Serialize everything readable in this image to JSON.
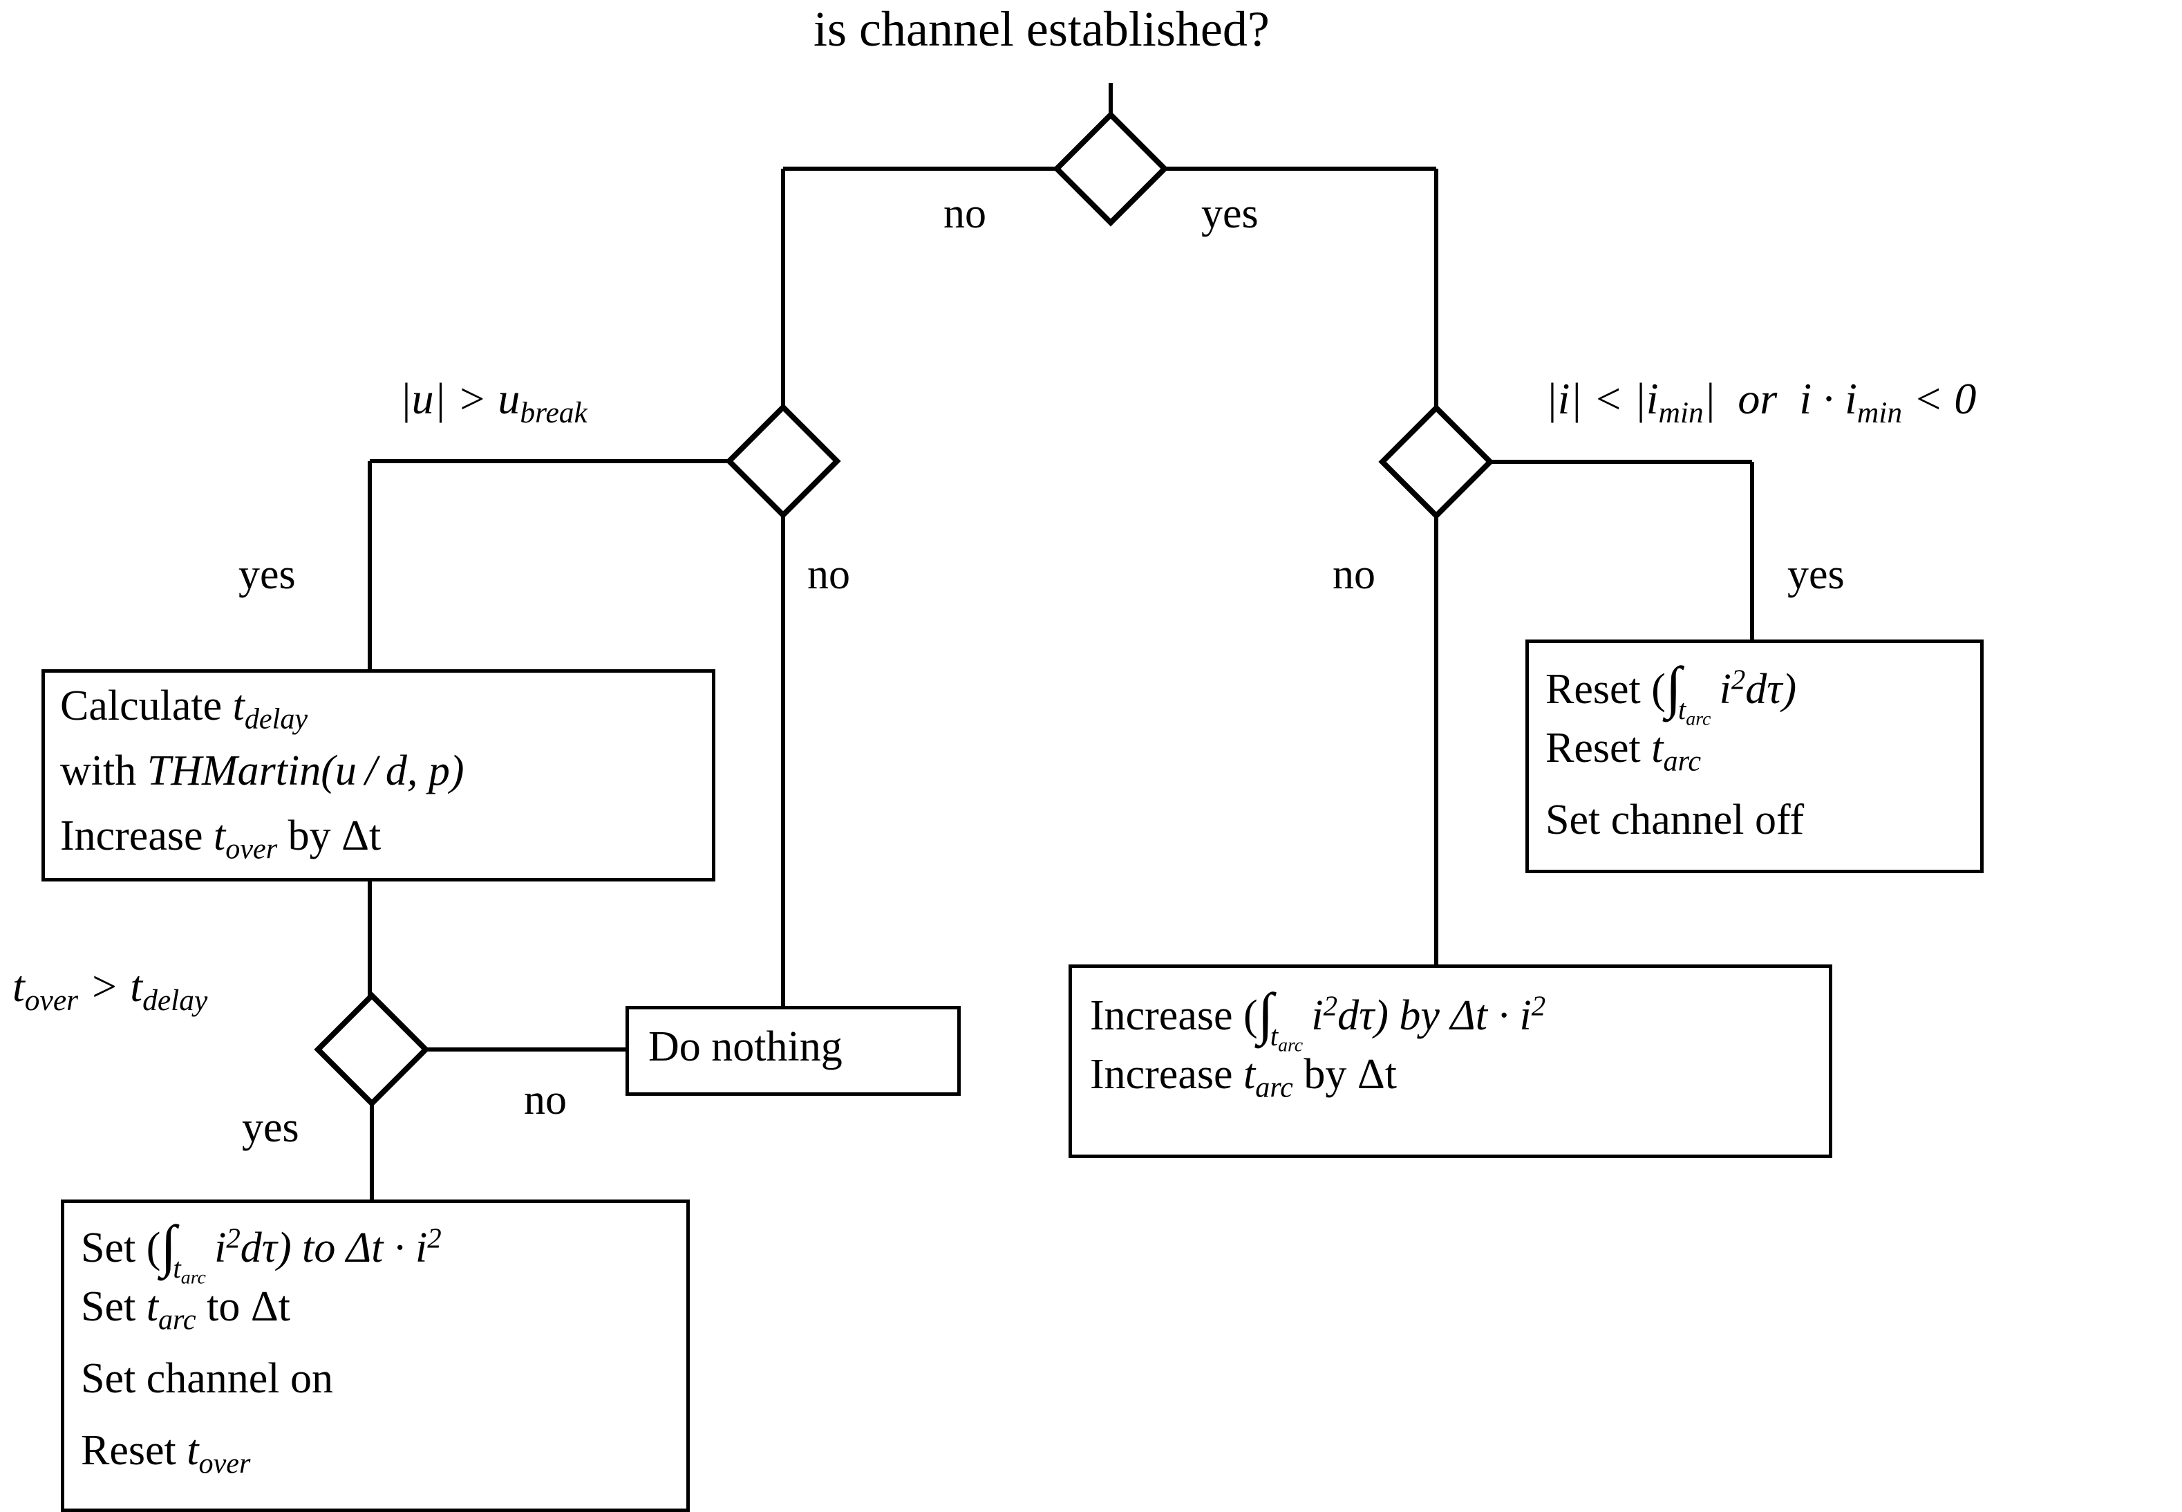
{
  "diagram": {
    "title": "is channel established?",
    "background": "#ffffff",
    "stroke": "#000000",
    "nodes": {
      "root_decision": {
        "name": "is channel established?",
        "shape": "diamond"
      },
      "left_decision": {
        "label": "|u| > u_break",
        "shape": "diamond"
      },
      "right_decision": {
        "label": "|i| < |i_min|  or  i · i_min < 0",
        "shape": "diamond"
      },
      "delay_decision": {
        "label": "t_over > t_delay",
        "shape": "diamond"
      }
    },
    "edge_labels": {
      "root_no": "no",
      "root_yes": "yes",
      "left_yes": "yes",
      "left_no": "no",
      "delay_yes": "yes",
      "delay_no": "no",
      "right_no": "no",
      "right_yes": "yes"
    },
    "conditions": {
      "left": {
        "lhs_abs": "u",
        "op": ">",
        "rhs": "u",
        "rhs_sub": "break"
      },
      "right": {
        "part1_abs": "i",
        "op1": "<",
        "part2_abs": "i",
        "part2_sub": "min",
        "conj": "or",
        "part3": "i",
        "dot": "·",
        "part4": "i",
        "part4_sub": "min",
        "op2": "<",
        "zero": "0"
      },
      "delay": {
        "lhs": "t",
        "lhs_sub": "over",
        "op": ">",
        "rhs": "t",
        "rhs_sub": "delay"
      }
    },
    "boxes": {
      "calculate": {
        "lines": [
          {
            "pre": "Calculate ",
            "v": "t",
            "sub": "delay",
            "post": ""
          },
          {
            "pre": " with ",
            "v": "THMartin(u / d, p)",
            "sub": "",
            "post": ""
          },
          {
            "pre": "Increase ",
            "v": "t",
            "sub": "over",
            "post": " by Δt"
          }
        ]
      },
      "do_nothing": {
        "text": "Do nothing"
      },
      "set_arc": {
        "lines": [
          {
            "pre": "Set (",
            "integral": "∫",
            "ilim": "t",
            "ilim_sub": "arc",
            "mid": "i",
            "sup": "2",
            "post": "dτ) to Δt · i",
            "tail_sup": "2"
          },
          {
            "pre": "Set ",
            "v": "t",
            "sub": "arc",
            "post": " to Δt"
          },
          {
            "pre": "Set channel on",
            "v": "",
            "sub": "",
            "post": ""
          },
          {
            "pre": "Reset ",
            "v": "t",
            "sub": "over",
            "post": ""
          }
        ]
      },
      "reset_arc": {
        "lines": [
          {
            "pre": "Reset (",
            "integral": "∫",
            "ilim": "t",
            "ilim_sub": "arc",
            "mid": "i",
            "sup": "2",
            "post": "dτ)",
            "tail_sup": ""
          },
          {
            "pre": "Reset ",
            "v": "t",
            "sub": "arc",
            "post": ""
          },
          {
            "pre": "Set channel off",
            "v": "",
            "sub": "",
            "post": ""
          }
        ]
      },
      "increase_arc": {
        "lines": [
          {
            "pre": "Increase (",
            "integral": "∫",
            "ilim": "t",
            "ilim_sub": "arc",
            "mid": "i",
            "sup": "2",
            "post": "dτ) by Δt · i",
            "tail_sup": "2"
          },
          {
            "pre": "Increase ",
            "v": "t",
            "sub": "arc",
            "post": " by Δt"
          }
        ]
      }
    }
  }
}
